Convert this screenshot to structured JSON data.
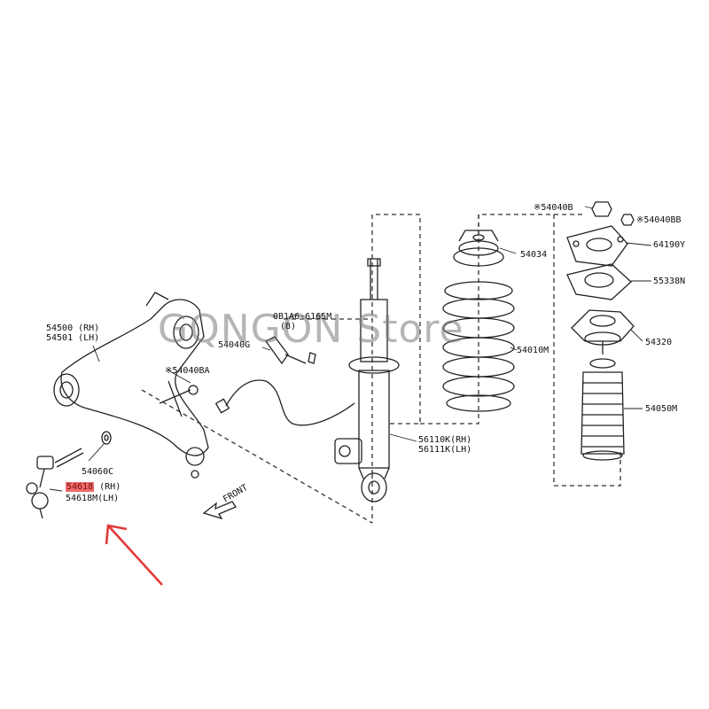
{
  "watermark": "GQNGON Store",
  "highlight_color": "#f06a6a",
  "arrow_color": "#e23a3a",
  "labels": {
    "p54500": "54500 (RH)",
    "p54501": "54501 (LH)",
    "p54618": "54618",
    "p54618_rh": " (RH)",
    "p54618m": "54618M(LH)",
    "p54060c": "54060C",
    "p08": "0B1A6-6165M",
    "p08_qty": "(8)",
    "p54040g": "54040G",
    "p54040ba": "※54040BA",
    "p54034": "54034",
    "p54010m": "54010M",
    "p56110k": "56110K(RH)",
    "p56111k": "56111K(LH)",
    "p54040b": "※54040B",
    "p54040bb": "※54040BB",
    "p64190y": "64190Y",
    "p55338n": "55338N",
    "p54320": "54320",
    "p54050m": "54050M",
    "front": "FRONT"
  }
}
